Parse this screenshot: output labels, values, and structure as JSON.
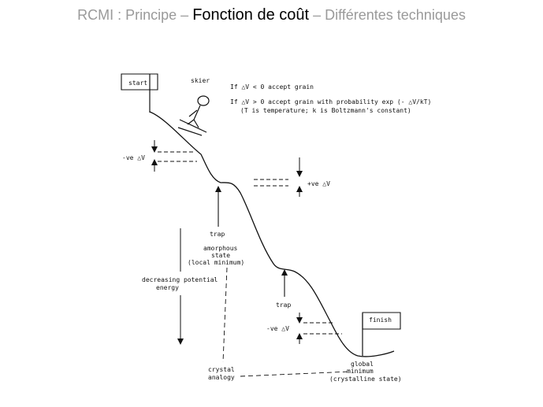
{
  "slide_title": {
    "prefix": "RCMI : Principe – ",
    "highlight": "Fonction de coût",
    "suffix": " – Différentes techniques"
  },
  "diagram": {
    "start_flag": "start",
    "finish_flag": "finish",
    "skier_label": "skier",
    "rule_negative": "If △V < 0 accept grain",
    "rule_positive": "If △V > 0 accept grain with probability exp (- △V/kT)",
    "rule_note": "(T is temperature; k is Boltzmann's constant)",
    "neg_dv_top": "-ve △V",
    "pos_dv": "+ve △V",
    "neg_dv_bottom": "-ve △V",
    "trap_upper": "trap",
    "trap_lower": "trap",
    "amorphous_line1": "amorphous",
    "amorphous_line2": "state",
    "amorphous_line3": "(local minimum)",
    "decreasing_line1": "decreasing potential",
    "decreasing_line2": "energy",
    "crystal_line1": "crystal",
    "crystal_line2": "analogy",
    "global_line1": "global",
    "global_line2": "minimum",
    "global_line3": "(crystalline state)"
  },
  "colors": {
    "title_gray": "#9a9a9a",
    "title_black": "#000000",
    "ink": "#111111"
  },
  "icons": [
    "skier-figure-icon",
    "start-flag-icon",
    "finish-flag-icon"
  ]
}
